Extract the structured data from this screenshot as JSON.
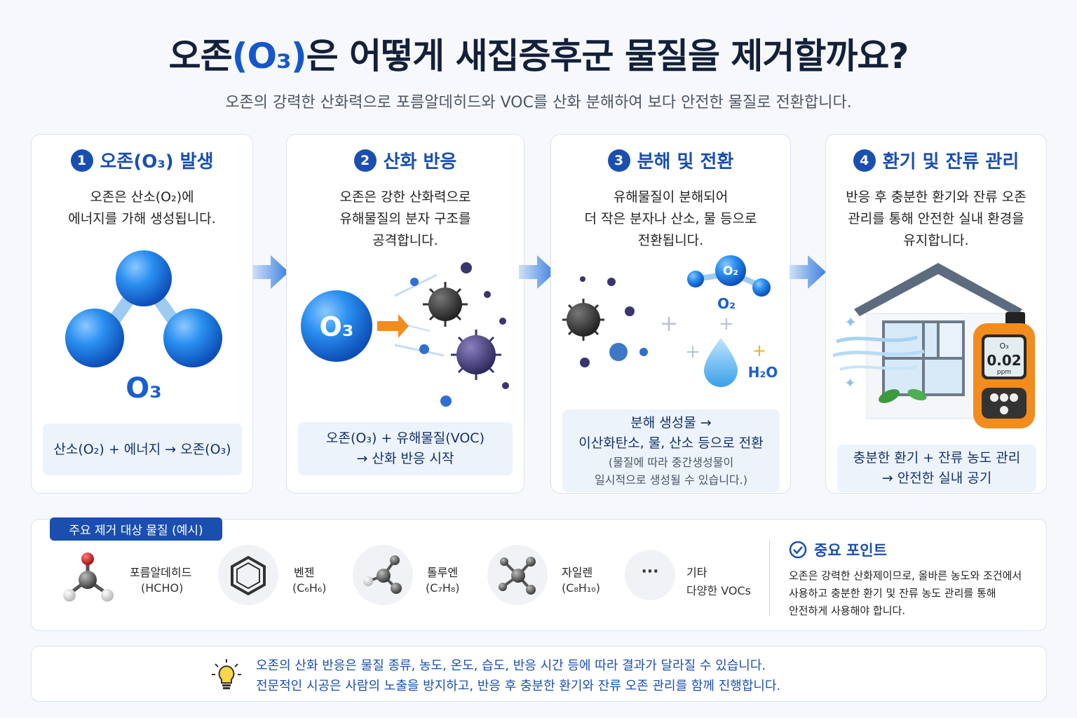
{
  "title": {
    "prefix": "오존",
    "chem": "(O₃)",
    "suffix": "은 어떻게 새집증후군 물질을 제거할까요?"
  },
  "subtitle": "오존의 강력한 산화력으로 포름알데히드와 VOC를 산화 분해하여 보다 안전한 물질로 전환합니다.",
  "steps": [
    {
      "num": "1",
      "title": "오존(O₃) 발생",
      "desc": [
        "오존은 산소(O₂)에",
        "에너지를 가해 생성됩니다."
      ],
      "molecule_label": "O₃",
      "formula": [
        "산소(O₂) + 에너지 → 오존(O₃)"
      ]
    },
    {
      "num": "2",
      "title": "산화 반응",
      "desc": [
        "오존은 강한 산화력으로",
        "유해물질의 분자 구조를",
        "공격합니다."
      ],
      "molecule_label": "O₃",
      "formula": [
        "오존(O₃) + 유해물질(VOC)",
        "→ 산화 반응 시작"
      ]
    },
    {
      "num": "3",
      "title": "분해 및 전환",
      "desc": [
        "유해물질이 분해되어",
        "더 작은 분자나 산소, 물 등으로",
        "전환됩니다."
      ],
      "o2_label": "O₂",
      "h2o_label": "H₂O",
      "formula": [
        "분해 생성물 →",
        "이산화탄소, 물, 산소 등으로 전환"
      ],
      "note": [
        "(물질에 따라 중간생성물이",
        "일시적으로 생성될 수 있습니다.)"
      ]
    },
    {
      "num": "4",
      "title": "환기 및 잔류 관리",
      "desc": [
        "반응 후 충분한 환기와 잔류 오존",
        "관리를 통해 안전한 실내 환경을",
        "유지합니다."
      ],
      "meter": {
        "label": "O₃",
        "value": "0.02",
        "unit": "ppm"
      },
      "formula": [
        "충분한 환기 + 잔류 농도 관리",
        "→ 안전한 실내 공기"
      ]
    }
  ],
  "examples": {
    "tag": "주요 제거 대상 물질 (예시)",
    "items": [
      {
        "name": "포름알데히드",
        "formula": "(HCHO)"
      },
      {
        "name": "벤젠",
        "formula": "(C₆H₆)"
      },
      {
        "name": "톨루엔",
        "formula": "(C₇H₈)"
      },
      {
        "name": "자일렌",
        "formula": "(C₈H₁₀)"
      },
      {
        "name": "기타",
        "formula": "다양한 VOCs",
        "ellipsis": "···"
      }
    ],
    "point_title": "중요 포인트",
    "point_text": [
      "오존은 강력한 산화제이므로, 올바른 농도와 조건에서",
      "사용하고 충분한 환기 및 잔류 농도 관리를 통해",
      "안전하게 사용해야 합니다."
    ]
  },
  "footer": [
    "오존의 산화 반응은 물질 종류, 농도, 온도, 습도, 반응 시간 등에 따라 결과가 달라질 수 있습니다.",
    "전문적인 시공은 사람의 노출을 방지하고, 반응 후 충분한 환기와 잔류 오존 관리를 함께 진행합니다."
  ],
  "colors": {
    "accent": "#1a4fb0",
    "title": "#14203a",
    "bubble": "#1e88e5",
    "meter": "#f28c1e"
  },
  "icons": [
    "arrow-right-icon",
    "check-circle-icon",
    "lightbulb-icon",
    "house-icon",
    "ozone-meter-icon",
    "water-drop-icon",
    "virus-icon"
  ]
}
